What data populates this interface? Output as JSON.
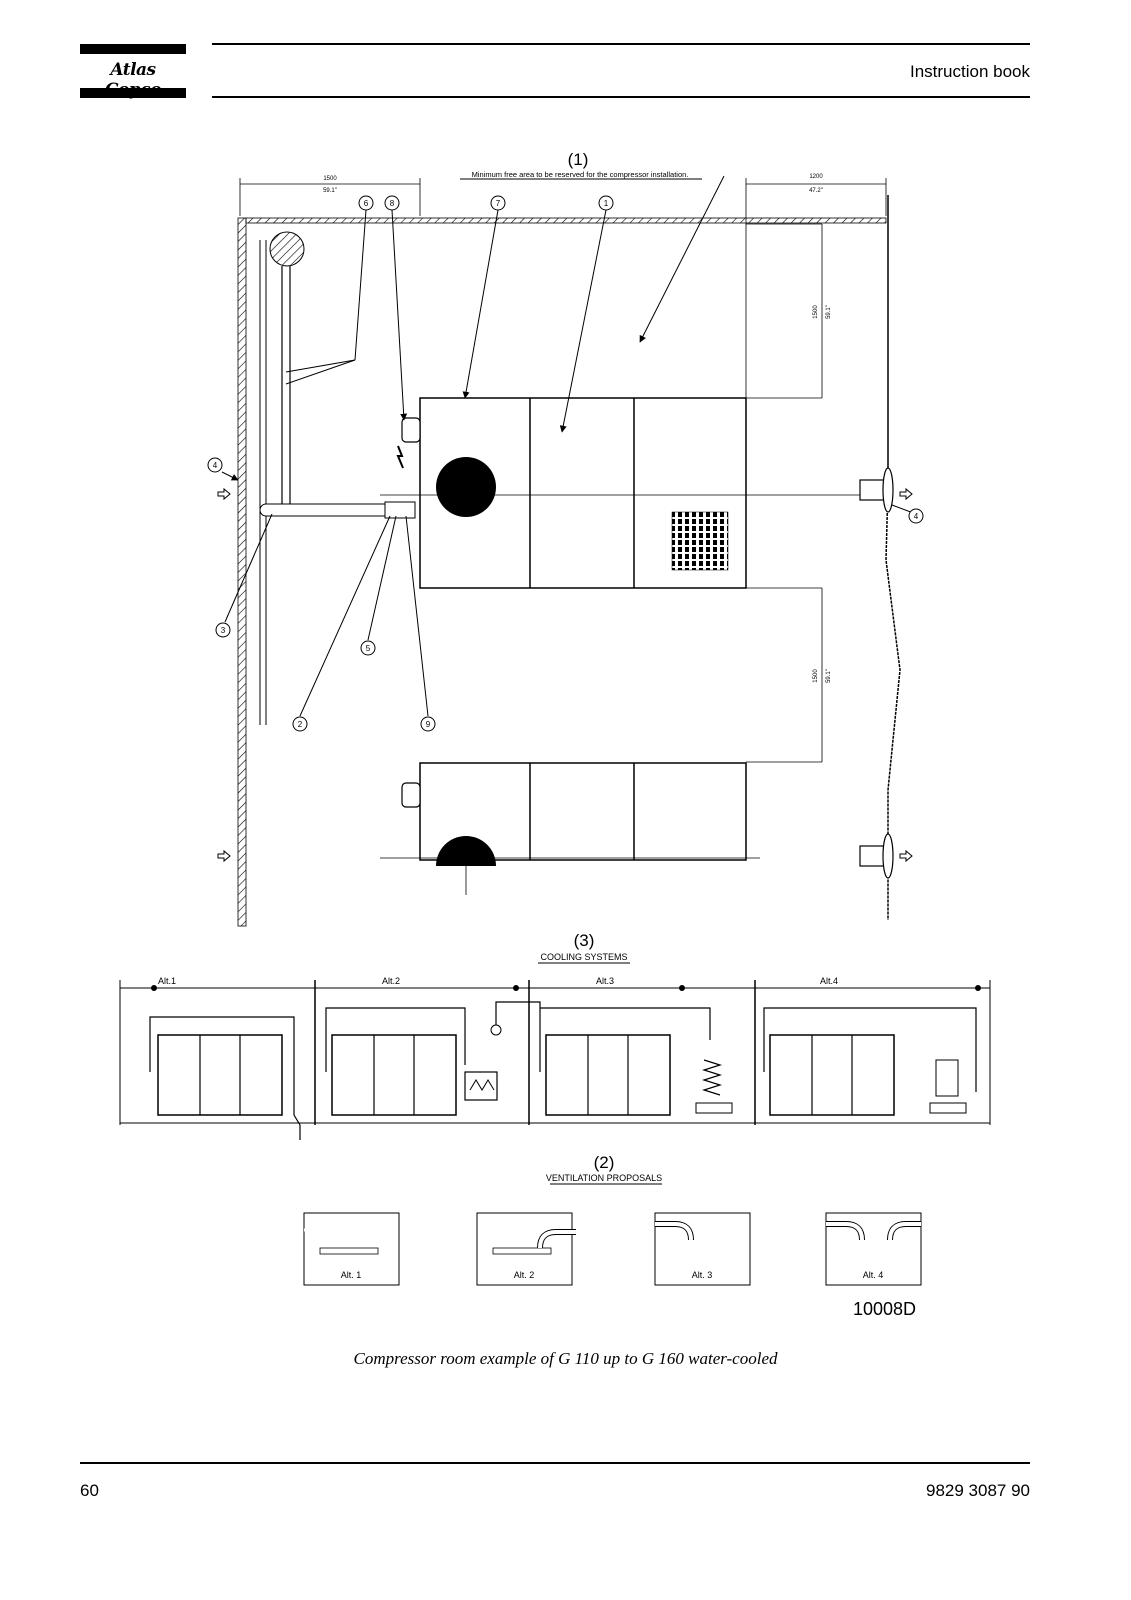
{
  "header": {
    "logo_text": "Atlas Copco",
    "title": "Instruction book"
  },
  "drawing": {
    "section_1_label": "(1)",
    "section_1_note": "Minimum free area to be reserved for the compressor installation.",
    "dim_left_mm": "1500",
    "dim_left_in": "59.1\"",
    "dim_right_mm": "1200",
    "dim_right_in": "47.2\"",
    "dim_vert_top_mm": "1500",
    "dim_vert_top_in": "59.1\"",
    "dim_vert_mid_mm": "1500",
    "dim_vert_mid_in": "59.1\"",
    "callouts": [
      "6",
      "8",
      "7",
      "1",
      "4",
      "4",
      "3",
      "5",
      "2",
      "9"
    ],
    "section_3_label": "(3)",
    "section_3_title": "COOLING SYSTEMS",
    "cooling_alts": [
      "Alt.1",
      "Alt.2",
      "Alt.3",
      "Alt.4"
    ],
    "section_2_label": "(2)",
    "section_2_title": "VENTILATION PROPOSALS",
    "ventilation_alts": [
      "Alt. 1",
      "Alt. 2",
      "Alt. 3",
      "Alt. 4"
    ],
    "drawing_id": "10008D"
  },
  "caption": "Compressor room example of G 110 up to G 160 water-cooled",
  "footer": {
    "page_number": "60",
    "doc_number": "9829 3087 90"
  }
}
